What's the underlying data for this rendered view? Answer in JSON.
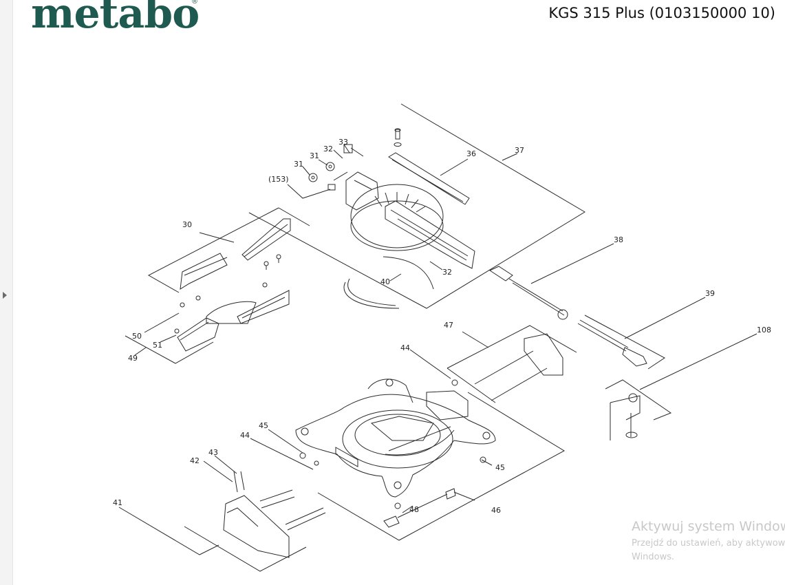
{
  "header": {
    "brand": "metabo",
    "registered_mark": "®",
    "model": "KGS 315 Plus (0103150000 10)"
  },
  "viewer": {
    "nav_arrow": "next-page-icon"
  },
  "diagram": {
    "labels": {
      "l33": "33",
      "l32a": "32",
      "l31a": "31",
      "l31b": "31",
      "l153": "(153)",
      "l36": "36",
      "l37": "37",
      "l30": "30",
      "l38": "38",
      "l32b": "32",
      "l40": "40",
      "l39": "39",
      "l50": "50",
      "l51": "51",
      "l49": "49",
      "l47": "47",
      "l108": "108",
      "l44a": "44",
      "l45a": "45",
      "l44b": "44",
      "l43": "43",
      "l42": "42",
      "l45b": "45",
      "l41": "41",
      "l48": "48",
      "l46": "46"
    }
  },
  "watermark": {
    "title": "Aktywuj system Windows",
    "line1": "Przejdź do ustawień, aby aktywować",
    "line2": "Windows."
  }
}
